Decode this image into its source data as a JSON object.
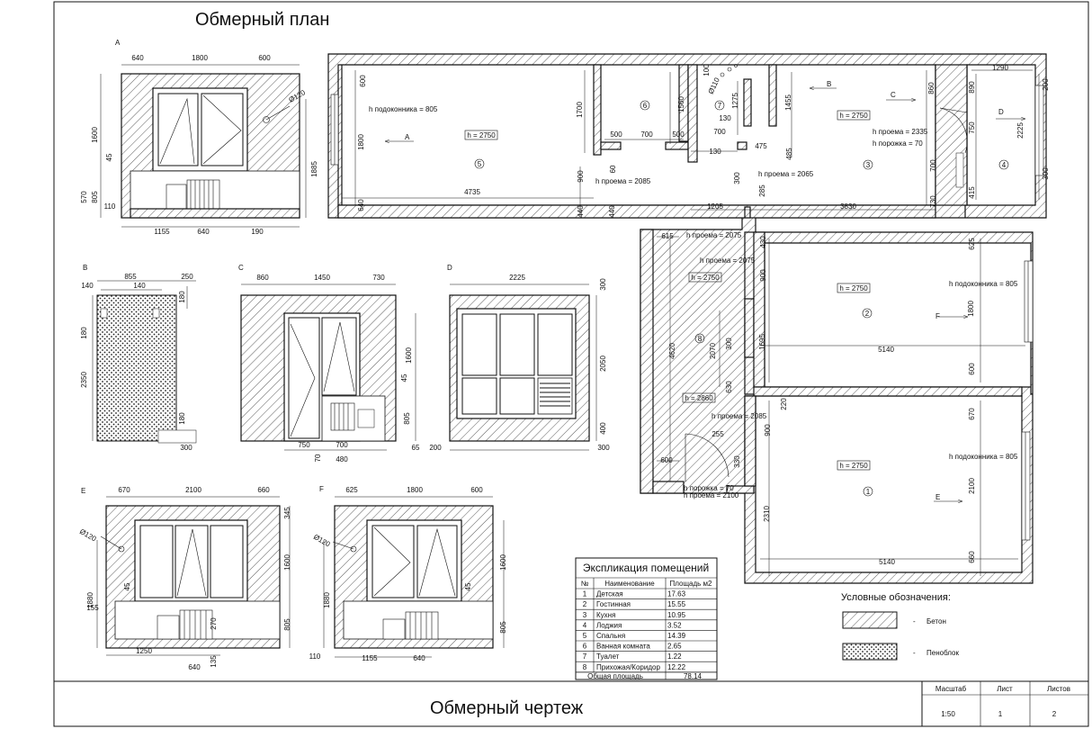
{
  "sheet": {
    "plan_title": "Обмерный план",
    "drawing_title": "Обмерный чертеж"
  },
  "title_block": {
    "headers": [
      "Масштаб",
      "Лист",
      "Листов"
    ],
    "values": [
      "1:50",
      "1",
      "2"
    ]
  },
  "legend": {
    "title": "Условные обозначения:",
    "items": [
      {
        "dash": "-",
        "label": "Бетон",
        "pattern": "hatch"
      },
      {
        "dash": "-",
        "label": "Пеноблок",
        "pattern": "dots"
      }
    ]
  },
  "explication": {
    "title": "Экспликация помещений",
    "headers": [
      "№",
      "Наименование",
      "Площадь м2"
    ],
    "rows": [
      [
        "1",
        "Детская",
        "17.63"
      ],
      [
        "2",
        "Гостинная",
        "15.55"
      ],
      [
        "3",
        "Кухня",
        "10.95"
      ],
      [
        "4",
        "Лоджия",
        "3.52"
      ],
      [
        "5",
        "Спальня",
        "14.39"
      ],
      [
        "6",
        "Ванная комната",
        "2.65"
      ],
      [
        "7",
        "Туалет",
        "1.22"
      ],
      [
        "8",
        "Прихожая/Коридор",
        "12.22"
      ]
    ],
    "total_label": "Общая площадь",
    "total_value": "78.14"
  },
  "sections": {
    "A": {
      "letter": "А",
      "top_dims": [
        "640",
        "1800",
        "600"
      ],
      "left_dims": [
        "1600",
        "45",
        "805",
        "570",
        "110"
      ],
      "right_dims": [
        "1885"
      ],
      "bottom_dims": [
        "1155",
        "640",
        "190"
      ],
      "pipe": "Ø120"
    },
    "B": {
      "letter": "B",
      "top_dims": [
        "855",
        "250",
        "140",
        "140",
        "180"
      ],
      "left_dims": [
        "180",
        "2350"
      ],
      "bottom_dims": [
        "180",
        "300"
      ]
    },
    "C": {
      "letter": "C",
      "top_dims": [
        "860",
        "1450",
        "730"
      ],
      "right_dims": [
        "1600",
        "45",
        "805"
      ],
      "bottom_dims": [
        "750",
        "700",
        "70",
        "480",
        "65"
      ]
    },
    "D": {
      "letter": "D",
      "top_dims": [
        "2225",
        "300"
      ],
      "right_dims": [
        "2050",
        "400"
      ],
      "bottom_dims": [
        "200",
        "300"
      ]
    },
    "E": {
      "letter": "E",
      "top_dims": [
        "670",
        "2100",
        "660"
      ],
      "right_dims": [
        "345",
        "1600",
        "805"
      ],
      "left_dims": [
        "1880",
        "155",
        "45"
      ],
      "bottom_dims": [
        "1250",
        "640",
        "270",
        "135"
      ],
      "pipe": "Ø120"
    },
    "F": {
      "letter": "F",
      "top_dims": [
        "625",
        "1800",
        "600"
      ],
      "right_dims": [
        "1600",
        "45",
        "805"
      ],
      "left_dims": [
        "1880"
      ],
      "bottom_dims": [
        "110",
        "1155",
        "640"
      ],
      "pipe": "Ø120"
    }
  },
  "plan": {
    "rooms": [
      "1",
      "2",
      "3",
      "4",
      "5",
      "6",
      "7",
      "8"
    ],
    "heights": {
      "r5": "h = 2750",
      "r3": "h = 2750",
      "r2": "h = 2750",
      "r1": "h = 2750",
      "r8a": "h = 2750",
      "r8b": "h = 2860"
    },
    "notes": {
      "sill5": "h подоконника = 805",
      "sill2": "h подоконника = 805",
      "sill1": "h подоконника = 805",
      "open5": "h проема = 2085",
      "open3a": "h проема = 2065",
      "open3b": "h проема = 2335",
      "thr3": "h порожка = 70",
      "open8a": "h проема = 2075",
      "open8b": "h проема = 2075",
      "open8c": "h проема = 2085",
      "thr1": "h порожка = 70",
      "open1": "h проема = 2100",
      "pipe7": "Ø110"
    },
    "arrows": [
      "А",
      "B",
      "C",
      "D",
      "E",
      "F"
    ],
    "dims": {
      "d600a": "600",
      "d1800a": "1800",
      "d640a": "640",
      "d4735": "4735",
      "d900a": "900",
      "d440a": "440",
      "d440b": "440",
      "d1700": "1700",
      "d500a": "500",
      "d700a": "700",
      "d500b": "500",
      "d60": "60",
      "d1560": "1560",
      "d100": "100",
      "d1275": "1275",
      "d130a": "130",
      "d700b": "700",
      "d130b": "130",
      "d475": "475",
      "d485": "485",
      "d300a": "300",
      "d285": "285",
      "d1455": "1455",
      "d860": "860",
      "d700c": "700",
      "d730": "730",
      "d1205": "1205",
      "d3830": "3830",
      "d1290": "1290",
      "d890": "890",
      "d750": "750",
      "d415": "415",
      "d200": "200",
      "d2225": "2225",
      "d300b": "300",
      "d615": "615",
      "d430": "430",
      "d900b": "900",
      "d625": "625",
      "d1800b": "1800",
      "d1695": "1695",
      "d5140a": "5140",
      "d600b": "600",
      "d4620": "4620",
      "d2070": "2070",
      "d300c": "300",
      "d630": "630",
      "d220": "220",
      "d900c": "900",
      "d670": "670",
      "d255": "255",
      "d330": "330",
      "d600c": "600",
      "d2100": "2100",
      "d2310": "2310",
      "d5140b": "5140",
      "d660": "660"
    }
  }
}
